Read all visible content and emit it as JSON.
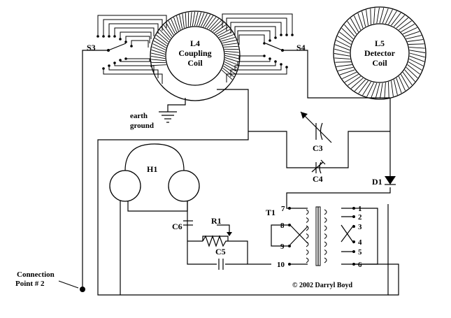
{
  "diagram": {
    "title": "",
    "components": {
      "l4_label": "L4",
      "l4_sub1": "Coupling",
      "l4_sub2": "Coil",
      "l5_label": "L5",
      "l5_sub1": "Detector",
      "l5_sub2": "Coil",
      "s3": "S3",
      "s4": "S4",
      "earth1": "earth",
      "earth2": "ground",
      "c3": "C3",
      "c4": "C4",
      "d1": "D1",
      "h1": "H1",
      "r1": "R1",
      "c5": "C5",
      "c6": "C6",
      "t1": "T1",
      "conn1": "Connection",
      "conn2": "Point # 2",
      "copyright": "© 2002 Darryl Boyd"
    },
    "pins_left": [
      "7",
      "8",
      "9",
      "10"
    ],
    "pins_right": [
      "1",
      "2",
      "3",
      "4",
      "5",
      "6"
    ]
  }
}
